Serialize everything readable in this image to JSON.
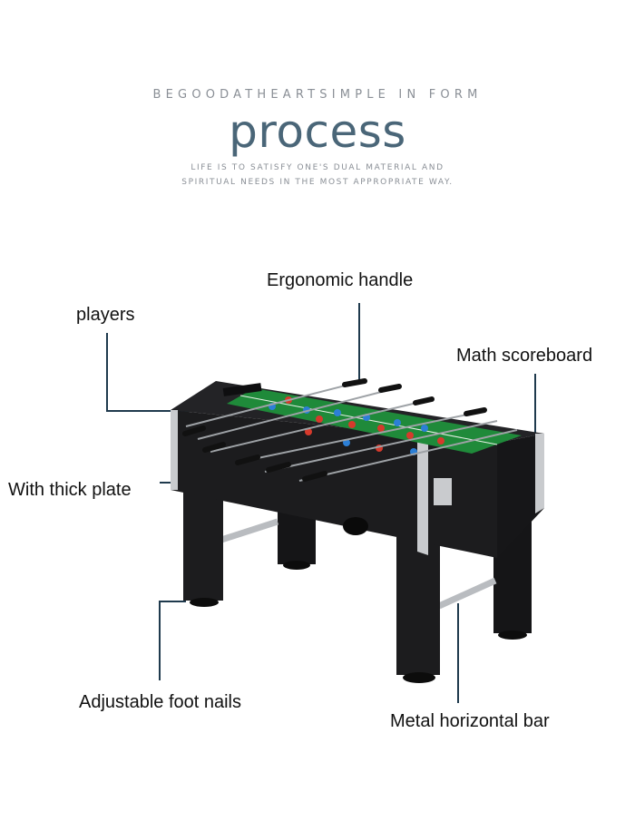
{
  "header": {
    "tagline": "BEGOODATHEARTSIMPLE IN FORM",
    "title": "process",
    "subtitle_line1": "LIFE IS TO SATISFY ONE'S DUAL MATERIAL AND",
    "subtitle_line2": "SPIRITUAL NEEDS IN THE MOST APPROPRIATE WAY."
  },
  "callouts": {
    "ergonomic_handle": "Ergonomic handle",
    "players": "players",
    "math_scoreboard": "Math scoreboard",
    "thick_plate": "With thick plate",
    "foot_nails": "Adjustable foot nails",
    "horizontal_bar": "Metal horizontal bar"
  },
  "colors": {
    "title": "#4a6678",
    "leader_line": "#1f3a4d",
    "table_body": "#1c1c1e",
    "field": "#1f8a3a",
    "team_a": "#2c7fd6",
    "team_b": "#d63a2c"
  }
}
